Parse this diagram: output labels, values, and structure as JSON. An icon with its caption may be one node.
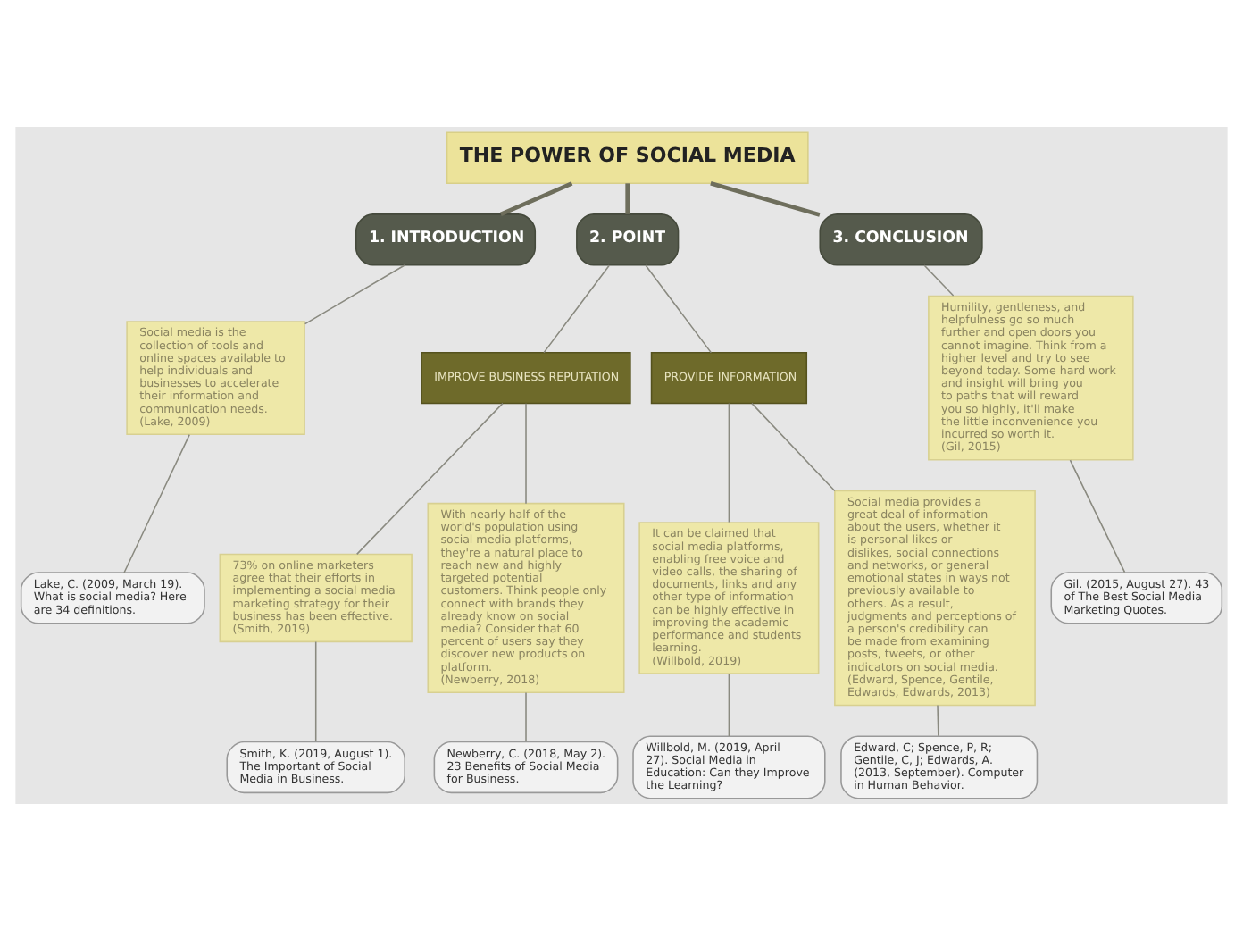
{
  "diagram": {
    "nodes": [
      {
        "text": [
          "THE POWER OF SOCIAL MEDIA"
        ]
      },
      {
        "text": [
          "1. INTRODUCTION"
        ]
      },
      {
        "text": [
          "2. POINT"
        ]
      },
      {
        "text": [
          "3. CONCLUSION"
        ]
      },
      {
        "text": [
          "Social media is the collection of tools and online spaces available to help individuals and businesses to accelerate their information and communication needs.",
          "(Lake, 2009)"
        ]
      },
      {
        "text": [
          "Lake, C. (2009, March 19). What is social media? Here are 34 definitions."
        ]
      },
      {
        "text": [
          "IMPROVE BUSINESS REPUTATION"
        ]
      },
      {
        "text": [
          "PROVIDE INFORMATION"
        ]
      },
      {
        "text": [
          "73% on online marketers agree that their efforts in implementing a social media marketing strategy for their business has been effective.",
          "(Smith, 2019)"
        ]
      },
      {
        "text": [
          "Smith, K. (2019, August 1). The Important of Social Media in Business."
        ]
      },
      {
        "text": [
          "With nearly half of the world's population using social media platforms, they're a natural place to reach new and highly targeted potential customers. Think people only connect with brands they already know on social media? Consider that 60 percent of users say they discover new products on platform.",
          "(Newberry, 2018)"
        ]
      },
      {
        "text": [
          "Newberry, C. (2018, May 2). 23 Benefits of Social Media for Business."
        ]
      },
      {
        "text": [
          "It can be claimed that social media platforms, enabling free voice and video calls, the sharing of documents, links and any other type of information can be highly effective in improving the academic performance and students learning.",
          "(Willbold, 2019)"
        ]
      },
      {
        "text": [
          "Willbold, M. (2019, April 27). Social Media in Education: Can they Improve the Learning?"
        ]
      },
      {
        "text": [
          "Social media provides a great deal of information about the users, whether it is personal likes or dislikes, social connections and networks, or general emotional states in ways not previously available to others. As a result, judgments and perceptions of a person's credibility can be made from examining posts, tweets, or other indicators on social media.",
          "(Edward, Spence, Gentile, Edwards, Edwards, 2013)"
        ]
      },
      {
        "text": [
          "Edward, C; Spence, P, R; Gentile, C, J; Edwards, A. (2013, September). Computer in Human Behavior."
        ]
      },
      {
        "text": [
          "Humility, gentleness, and helpfulness go so much further and open doors you cannot imagine. Think from a higher level and try to see beyond today. Some hard work and insight will bring you to paths that will reward you so highly, it'll make the little inconvenience you incurred so worth it.",
          "(Gil, 2015)"
        ]
      },
      {
        "text": [
          "Gil. (2015, August 27). 43 of The Best Social Media Marketing Quotes."
        ]
      }
    ],
    "edges": [
      {
        "from": 0,
        "to": 1,
        "arrow": "none",
        "style": "thick"
      },
      {
        "from": 0,
        "to": 2,
        "arrow": "none",
        "style": "thick"
      },
      {
        "from": 0,
        "to": 3,
        "arrow": "none",
        "style": "thick"
      },
      {
        "from": 1,
        "to": 4,
        "arrow": "none"
      },
      {
        "from": 4,
        "to": 5,
        "arrow": "none"
      },
      {
        "from": 2,
        "to": 6,
        "arrow": "none"
      },
      {
        "from": 2,
        "to": 7,
        "arrow": "none"
      },
      {
        "from": 6,
        "to": 8,
        "arrow": "none"
      },
      {
        "from": 8,
        "to": 9,
        "arrow": "none"
      },
      {
        "from": 6,
        "to": 10,
        "arrow": "none"
      },
      {
        "from": 10,
        "to": 11,
        "arrow": "none"
      },
      {
        "from": 7,
        "to": 12,
        "arrow": "none"
      },
      {
        "from": 12,
        "to": 13,
        "arrow": "none"
      },
      {
        "from": 7,
        "to": 14,
        "arrow": "none"
      },
      {
        "from": 14,
        "to": 15,
        "arrow": "none"
      },
      {
        "from": 3,
        "to": 16,
        "arrow": "none"
      },
      {
        "from": 16,
        "to": 17,
        "arrow": "none"
      }
    ]
  }
}
